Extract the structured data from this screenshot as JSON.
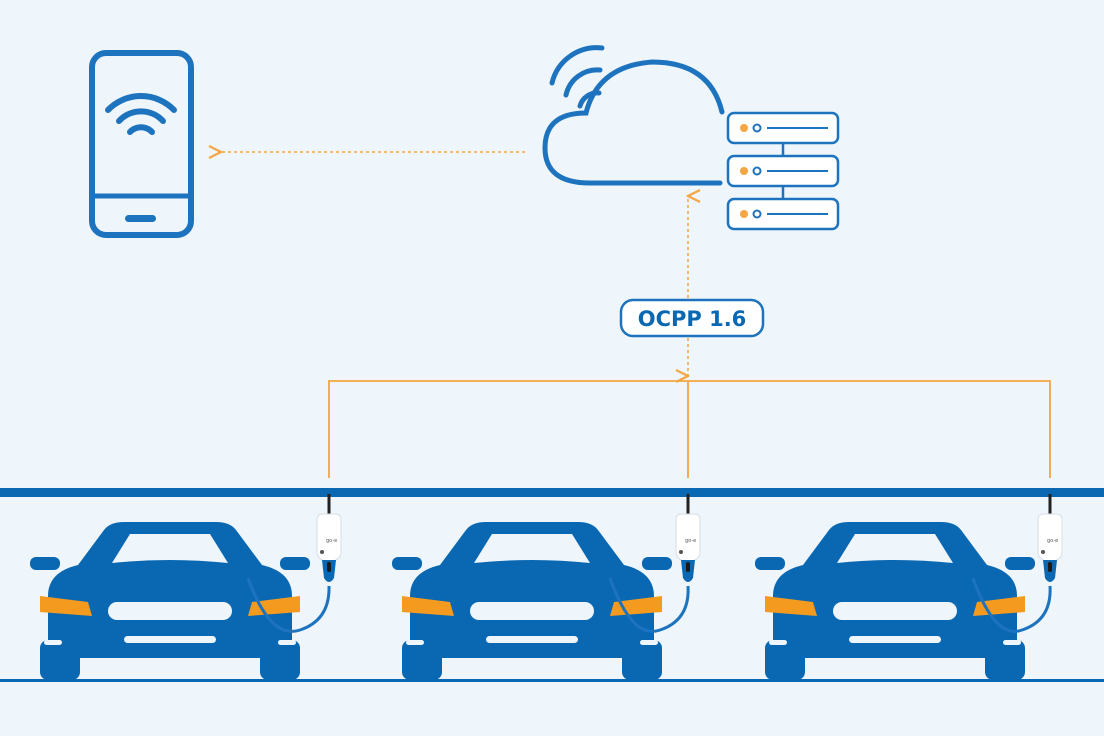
{
  "diagram": {
    "protocol_label": "OCPP 1.6",
    "charger_brand": "go-e",
    "charging_station_count": 3
  },
  "colors": {
    "background": "#eef5fb",
    "brand_blue": "#0a68b2",
    "outline_blue": "#1e73be",
    "link_orange": "#f5a542",
    "headlight_orange": "#f39a1f",
    "white": "#ffffff"
  },
  "icons": {
    "device": "smartphone-wifi-icon",
    "cloud": "cloud-wifi-icon",
    "server": "server-rack-icon",
    "car": "car-front-icon",
    "charger": "wallbox-charger-icon"
  }
}
